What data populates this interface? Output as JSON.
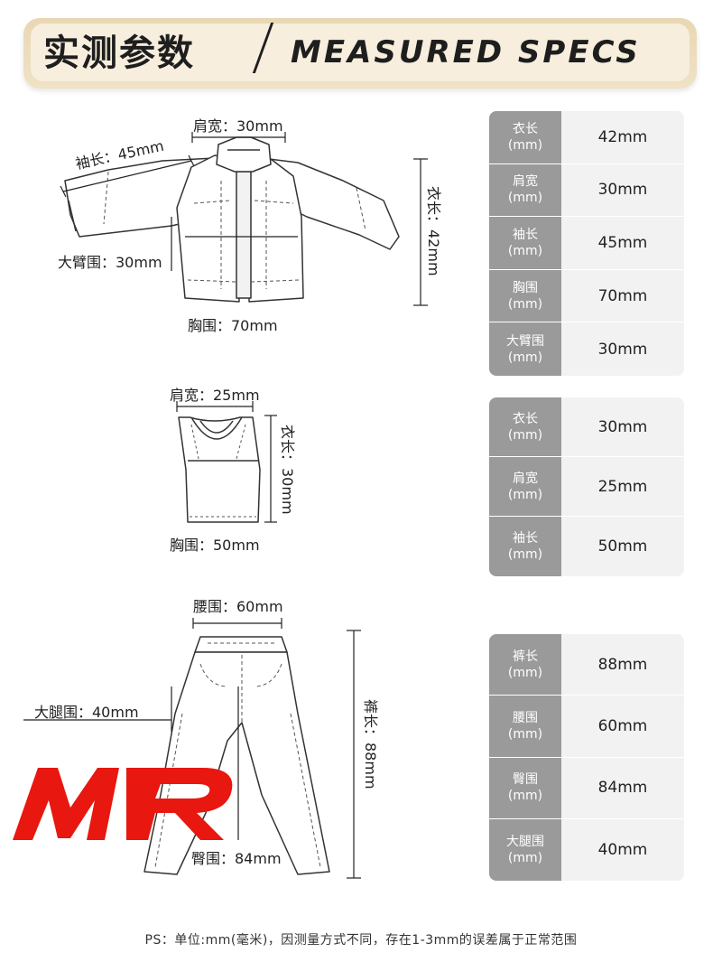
{
  "header": {
    "title_cn": "实测参数",
    "title_en": "MEASURED SPECS"
  },
  "jacket": {
    "labels": {
      "shoulder": "肩宽：30mm",
      "sleeve": "袖长：45mm",
      "arm": "大臂围：30mm",
      "chest": "胸围：70mm",
      "length": "衣长：42mm"
    },
    "specs": [
      {
        "name": "衣长",
        "unit": "(mm)",
        "value": "42mm"
      },
      {
        "name": "肩宽",
        "unit": "(mm)",
        "value": "30mm"
      },
      {
        "name": "袖长",
        "unit": "(mm)",
        "value": "45mm"
      },
      {
        "name": "胸围",
        "unit": "(mm)",
        "value": "70mm"
      },
      {
        "name": "大臂围",
        "unit": "(mm)",
        "value": "30mm"
      }
    ]
  },
  "tank": {
    "labels": {
      "shoulder": "肩宽：25mm",
      "chest": "胸围：50mm",
      "length": "衣长：30mm"
    },
    "specs": [
      {
        "name": "衣长",
        "unit": "(mm)",
        "value": "30mm"
      },
      {
        "name": "肩宽",
        "unit": "(mm)",
        "value": "25mm"
      },
      {
        "name": "袖长",
        "unit": "(mm)",
        "value": "50mm"
      }
    ]
  },
  "pants": {
    "labels": {
      "waist": "腰围：60mm",
      "thigh": "大腿围：40mm",
      "hip": "臀围：84mm",
      "length": "裤长：88mm"
    },
    "specs": [
      {
        "name": "裤长",
        "unit": "(mm)",
        "value": "88mm"
      },
      {
        "name": "腰围",
        "unit": "(mm)",
        "value": "60mm"
      },
      {
        "name": "臀围",
        "unit": "(mm)",
        "value": "84mm"
      },
      {
        "name": "大腿围",
        "unit": "(mm)",
        "value": "40mm"
      }
    ]
  },
  "watermark": {
    "text": "MR",
    "color": "#e8170f"
  },
  "note": "PS：单位:mm(毫米)，因测量方式不同，存在1-3mm的误差属于正常范围"
}
